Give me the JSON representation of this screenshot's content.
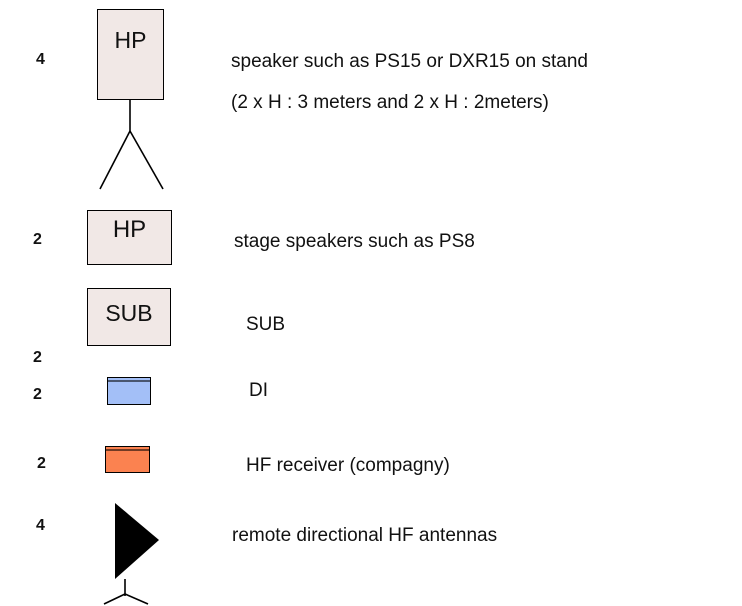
{
  "legend": [
    {
      "qty": "4",
      "symbol_label": "HP",
      "icon": "speaker-on-stand-icon",
      "lines": [
        "speaker such as PS15 or DXR15 on stand",
        "(2 x H : 3 meters and 2 x H : 2meters)"
      ]
    },
    {
      "qty": "2",
      "symbol_label": "HP",
      "icon": "stage-speaker-icon",
      "lines": [
        "stage speakers such as PS8"
      ]
    },
    {
      "qty": "2",
      "symbol_label": "SUB",
      "icon": "subwoofer-icon",
      "lines": [
        "SUB"
      ]
    },
    {
      "qty": "2",
      "icon": "di-box-icon",
      "color": "#a3bff7",
      "lines": [
        "DI"
      ]
    },
    {
      "qty": "2",
      "icon": "hf-receiver-icon",
      "color": "#fb8250",
      "lines": [
        "HF receiver (compagny)"
      ]
    },
    {
      "qty": "4",
      "icon": "directional-antenna-icon",
      "lines": [
        "remote directional HF antennas"
      ]
    }
  ]
}
